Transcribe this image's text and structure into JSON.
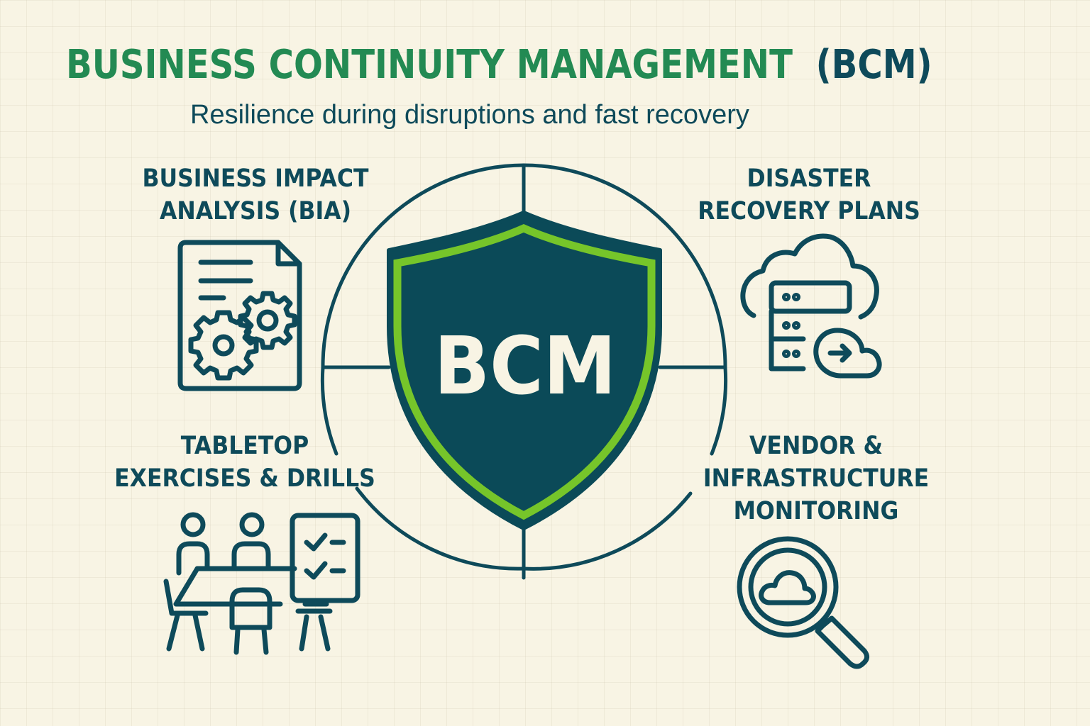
{
  "header": {
    "title_main": "BUSINESS CONTINUITY MANAGEMENT",
    "title_abbr": "(BCM)",
    "subtitle": "Resilience during disruptions and fast recovery"
  },
  "center": {
    "shield_text": "BCM"
  },
  "quadrants": [
    {
      "position": "top-left",
      "lines": [
        "BUSINESS IMPACT",
        "ANALYSIS (BIA)"
      ],
      "icon": "document-gears-icon"
    },
    {
      "position": "top-right",
      "lines": [
        "DISASTER",
        "RECOVERY PLANS"
      ],
      "icon": "cloud-server-recovery-icon"
    },
    {
      "position": "bottom-left",
      "lines": [
        "TABLETOP",
        "EXERCISES & DRILLS"
      ],
      "icon": "meeting-checklist-icon"
    },
    {
      "position": "bottom-right",
      "lines": [
        "VENDOR &",
        "INFRASTRUCTURE",
        "MONITORING"
      ],
      "icon": "magnifier-cloud-icon"
    }
  ],
  "colors": {
    "background": "#f8f4e4",
    "primary_dark": "#0e4a5a",
    "title_green": "#238a53",
    "shield_fill": "#0b4a58",
    "shield_accent": "#76c52a"
  }
}
